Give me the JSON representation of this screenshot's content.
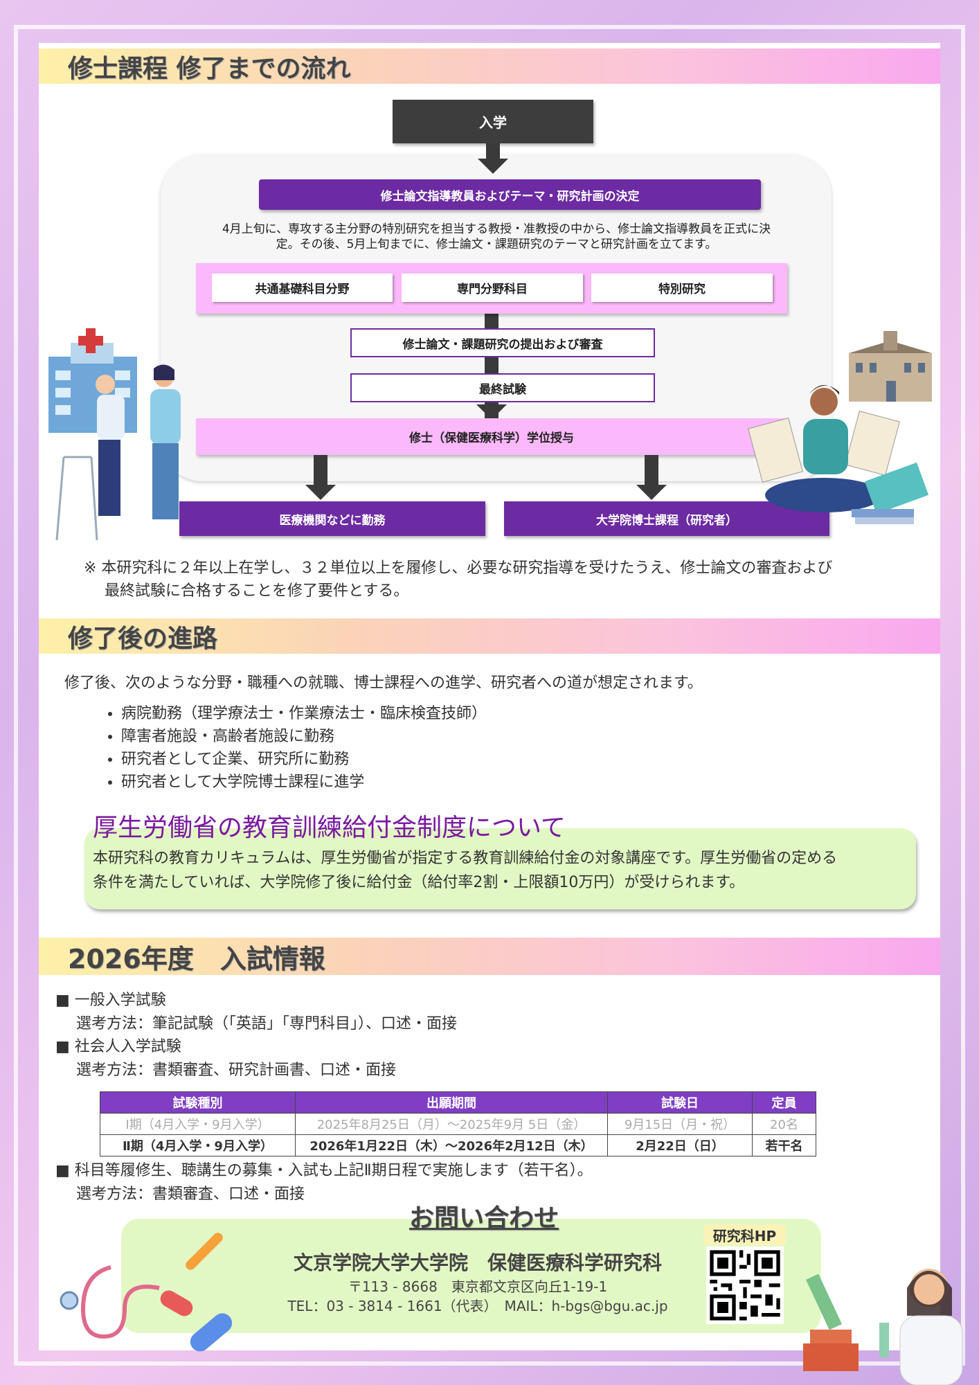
{
  "section1": {
    "title": "修士課程 修了までの流れ",
    "entry": "入学",
    "step_decide": "修士論文指導教員およびテーマ・研究計画の決定",
    "description": [
      "4月上旬に、専攻する主分野の特別研究を担当する教授・准教授の中から、修士論文指導教員を正式に決",
      "定。その後、5月上旬までに、修士論文・課題研究のテーマと研究計画を立てます。"
    ],
    "courses": [
      "共通基礎科目分野",
      "専門分野科目",
      "特別研究"
    ],
    "step_submit": "修士論文・課題研究の提出および審査",
    "step_final": "最終試験",
    "degree": "修士（保健医療科学）学位授与",
    "outcomes": [
      "医療機関などに勤務",
      "大学院博士課程（研究者）"
    ],
    "note": [
      "※ 本研究科に２年以上在学し、３２単位以上を履修し、必要な研究指導を受けたうえ、修士論文の審査および",
      "最終試験に合格することを修了要件とする。"
    ]
  },
  "section2": {
    "title": "修了後の進路",
    "intro": "修了後、次のような分野・職種への就職、博士課程への進学、研究者への道が想定されます。",
    "items": [
      "病院勤務（理学療法士・作業療法士・臨床検査技師）",
      "障害者施設・高齢者施設に勤務",
      "研究者として企業、研究所に勤務",
      "研究者として大学院博士課程に進学"
    ],
    "benefit_title": "厚生労働省の教育訓練給付金制度について",
    "benefit_text": [
      "本研究科の教育カリキュラムは、厚生労働省が指定する教育訓練給付金の対象講座です。厚生労働省の定める",
      "条件を満たしていれば、大学院修了後に給付金（給付率2割・上限額10万円）が受けられます。"
    ]
  },
  "section3": {
    "title": "2026年度　入試情報",
    "general": "■ 一般入学試験",
    "general_method": "選考方法：筆記試験（「英語」「専門科目」）、口述・面接",
    "working": "■ 社会人入学試験",
    "working_method": "選考方法：書類審査、研究計画書、口述・面接",
    "table": {
      "headers": [
        "試験種別",
        "出願期間",
        "試験日",
        "定員"
      ],
      "rows": [
        [
          "Ⅰ期（4月入学・9月入学）",
          "2025年8月25日（月）～2025年9月 5日（金）",
          "9月15日（月・祝）",
          "20名"
        ],
        [
          "Ⅱ期（4月入学・9月入学）",
          "2026年1月22日（木）～2026年2月12日（木）",
          "2月22日（日）",
          "若干名"
        ]
      ]
    },
    "other": "■ 科目等履修生、聴講生の募集・入試も上記Ⅱ期日程で実施します（若干名）。",
    "other_method": "選考方法：書類審査、口述・面接"
  },
  "contact": {
    "title": "お問い合わせ",
    "org": "文京学院大学大学院　保健医療科学研究科",
    "address": "〒113 - 8668　東京都文京区向丘1-19-1",
    "tel_mail": "TEL：03 - 3814 - 1661（代表）　MAIL：h-bgs@bgu.ac.jp",
    "hp_label": "研究科HP"
  },
  "colors": {
    "purple": "#6c2aa3",
    "pink": "#fbb8fa",
    "green": "#e2f8c4"
  }
}
